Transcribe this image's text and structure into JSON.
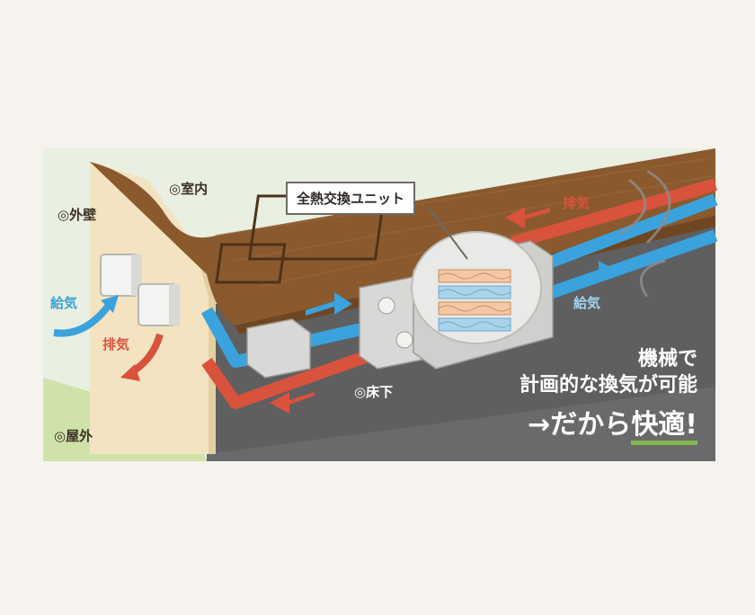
{
  "labels": {
    "indoor": "◎室内",
    "outer_wall": "◎外壁",
    "outdoor": "◎屋外",
    "underfloor": "◎床下",
    "unit": "全熱交換ユニット",
    "supply_left": "給気",
    "exhaust_left": "排気",
    "exhaust_right": "排気",
    "supply_right": "給気"
  },
  "headline": {
    "line1": "機械で",
    "line2": "計画的な換気が可能",
    "line3_prefix": "→だから",
    "line3_emphasis": "快適!"
  },
  "colors": {
    "supply": "#3aa2dc",
    "exhaust": "#d9523c",
    "floor": "#8a5a2e",
    "wall": "#f4e3c0",
    "underfloor": "#5f5f60",
    "accent_underline": "#7fb84d"
  }
}
